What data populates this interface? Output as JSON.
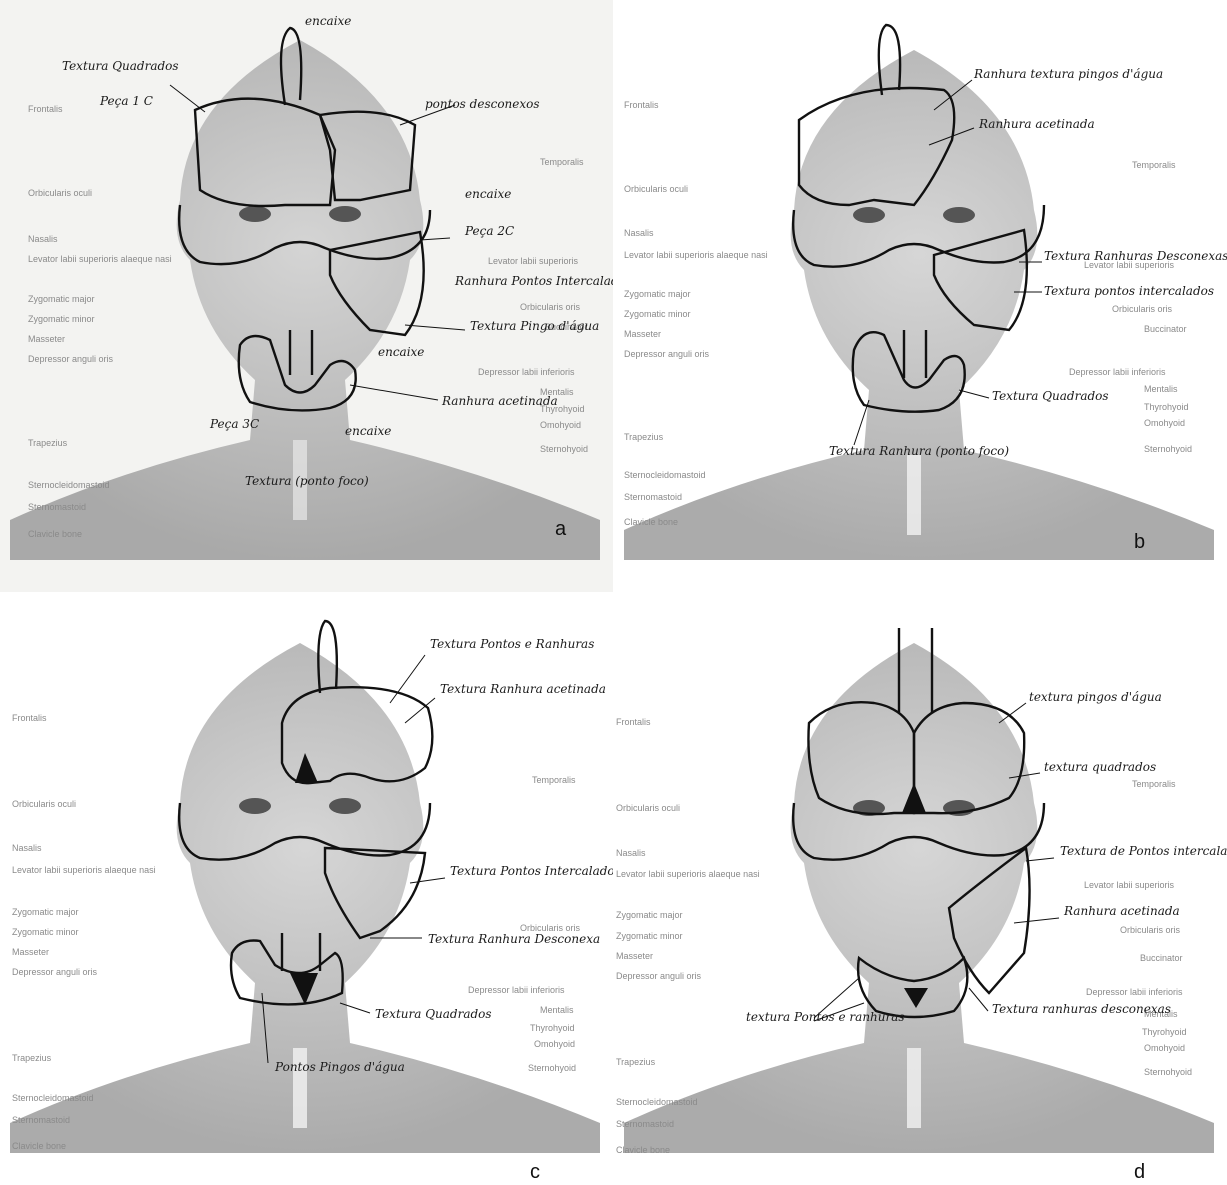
{
  "panels": [
    {
      "letter": "a",
      "muscle_labels_left": [
        "Frontalis",
        "Orbicularis oculi",
        "Nasalis",
        "Levator labii superioris alaeque nasi",
        "Zygomatic major",
        "Zygomatic minor",
        "Masseter",
        "Depressor anguli oris",
        "Trapezius",
        "Sternocleidomastoid",
        "Sternomastoid",
        "Clavicle bone"
      ],
      "muscle_labels_right": [
        "Temporalis",
        "Levator labii superioris",
        "Orbicularis oris",
        "Buccinator",
        "Depressor labii inferioris",
        "Mentalis",
        "Thyrohyoid",
        "Omohyoid",
        "Sternohyoid"
      ],
      "annotations": [
        "encaixe",
        "Textura Quadrados",
        "Peça 1 C",
        "pontos desconexos",
        "encaixe",
        "Peça 2C",
        "Ranhura Pontos Intercalados",
        "Textura Pingo d'água",
        "encaixe",
        "Ranhura acetinada",
        "Peça 3C",
        "encaixe",
        "Textura (ponto foco)"
      ]
    },
    {
      "letter": "b",
      "muscle_labels_left": [
        "Frontalis",
        "Orbicularis oculi",
        "Nasalis",
        "Levator labii superioris alaeque nasi",
        "Zygomatic major",
        "Zygomatic minor",
        "Masseter",
        "Depressor anguli oris",
        "Trapezius",
        "Sternocleidomastoid",
        "Sternomastoid",
        "Clavicle bone"
      ],
      "muscle_labels_right": [
        "Temporalis",
        "Levator labii superioris",
        "Orbicularis oris",
        "Buccinator",
        "Depressor labii inferioris",
        "Mentalis",
        "Thyrohyoid",
        "Omohyoid",
        "Sternohyoid"
      ],
      "annotations": [
        "Ranhura textura pingos d'água",
        "Ranhura acetinada",
        "Textura Ranhuras Desconexas",
        "Textura pontos intercalados",
        "Textura Quadrados",
        "Textura Ranhura (ponto foco)"
      ]
    },
    {
      "letter": "c",
      "muscle_labels_left": [
        "Frontalis",
        "Orbicularis oculi",
        "Nasalis",
        "Levator labii superioris alaeque nasi",
        "Zygomatic major",
        "Zygomatic minor",
        "Masseter",
        "Depressor anguli oris",
        "Trapezius",
        "Sternocleidomastoid",
        "Sternomastoid",
        "Clavicle bone"
      ],
      "muscle_labels_right": [
        "Temporalis",
        "Orbicularis oris",
        "Depressor labii inferioris",
        "Mentalis",
        "Thyrohyoid",
        "Omohyoid",
        "Sternohyoid"
      ],
      "annotations": [
        "Textura Pontos e Ranhuras",
        "Textura Ranhura acetinada",
        "Textura Pontos Intercalados",
        "Textura Ranhura Desconexa",
        "Textura Quadrados",
        "Pontos Pingos d'água"
      ]
    },
    {
      "letter": "d",
      "muscle_labels_left": [
        "Frontalis",
        "Orbicularis oculi",
        "Nasalis",
        "Levator labii superioris alaeque nasi",
        "Zygomatic major",
        "Zygomatic minor",
        "Masseter",
        "Depressor anguli oris",
        "Trapezius",
        "Sternocleidomastoid",
        "Sternomastoid",
        "Clavicle bone"
      ],
      "muscle_labels_right": [
        "Temporalis",
        "Levator labii superioris",
        "Orbicularis oris",
        "Buccinator",
        "Depressor labii inferioris",
        "Mentalis",
        "Thyrohyoid",
        "Omohyoid",
        "Sternohyoid"
      ],
      "annotations": [
        "textura pingos d'água",
        "textura quadrados",
        "Textura de Pontos intercalados",
        "Ranhura acetinada",
        "Textura ranhuras desconexas",
        "textura Pontos e ranhuras"
      ]
    }
  ]
}
